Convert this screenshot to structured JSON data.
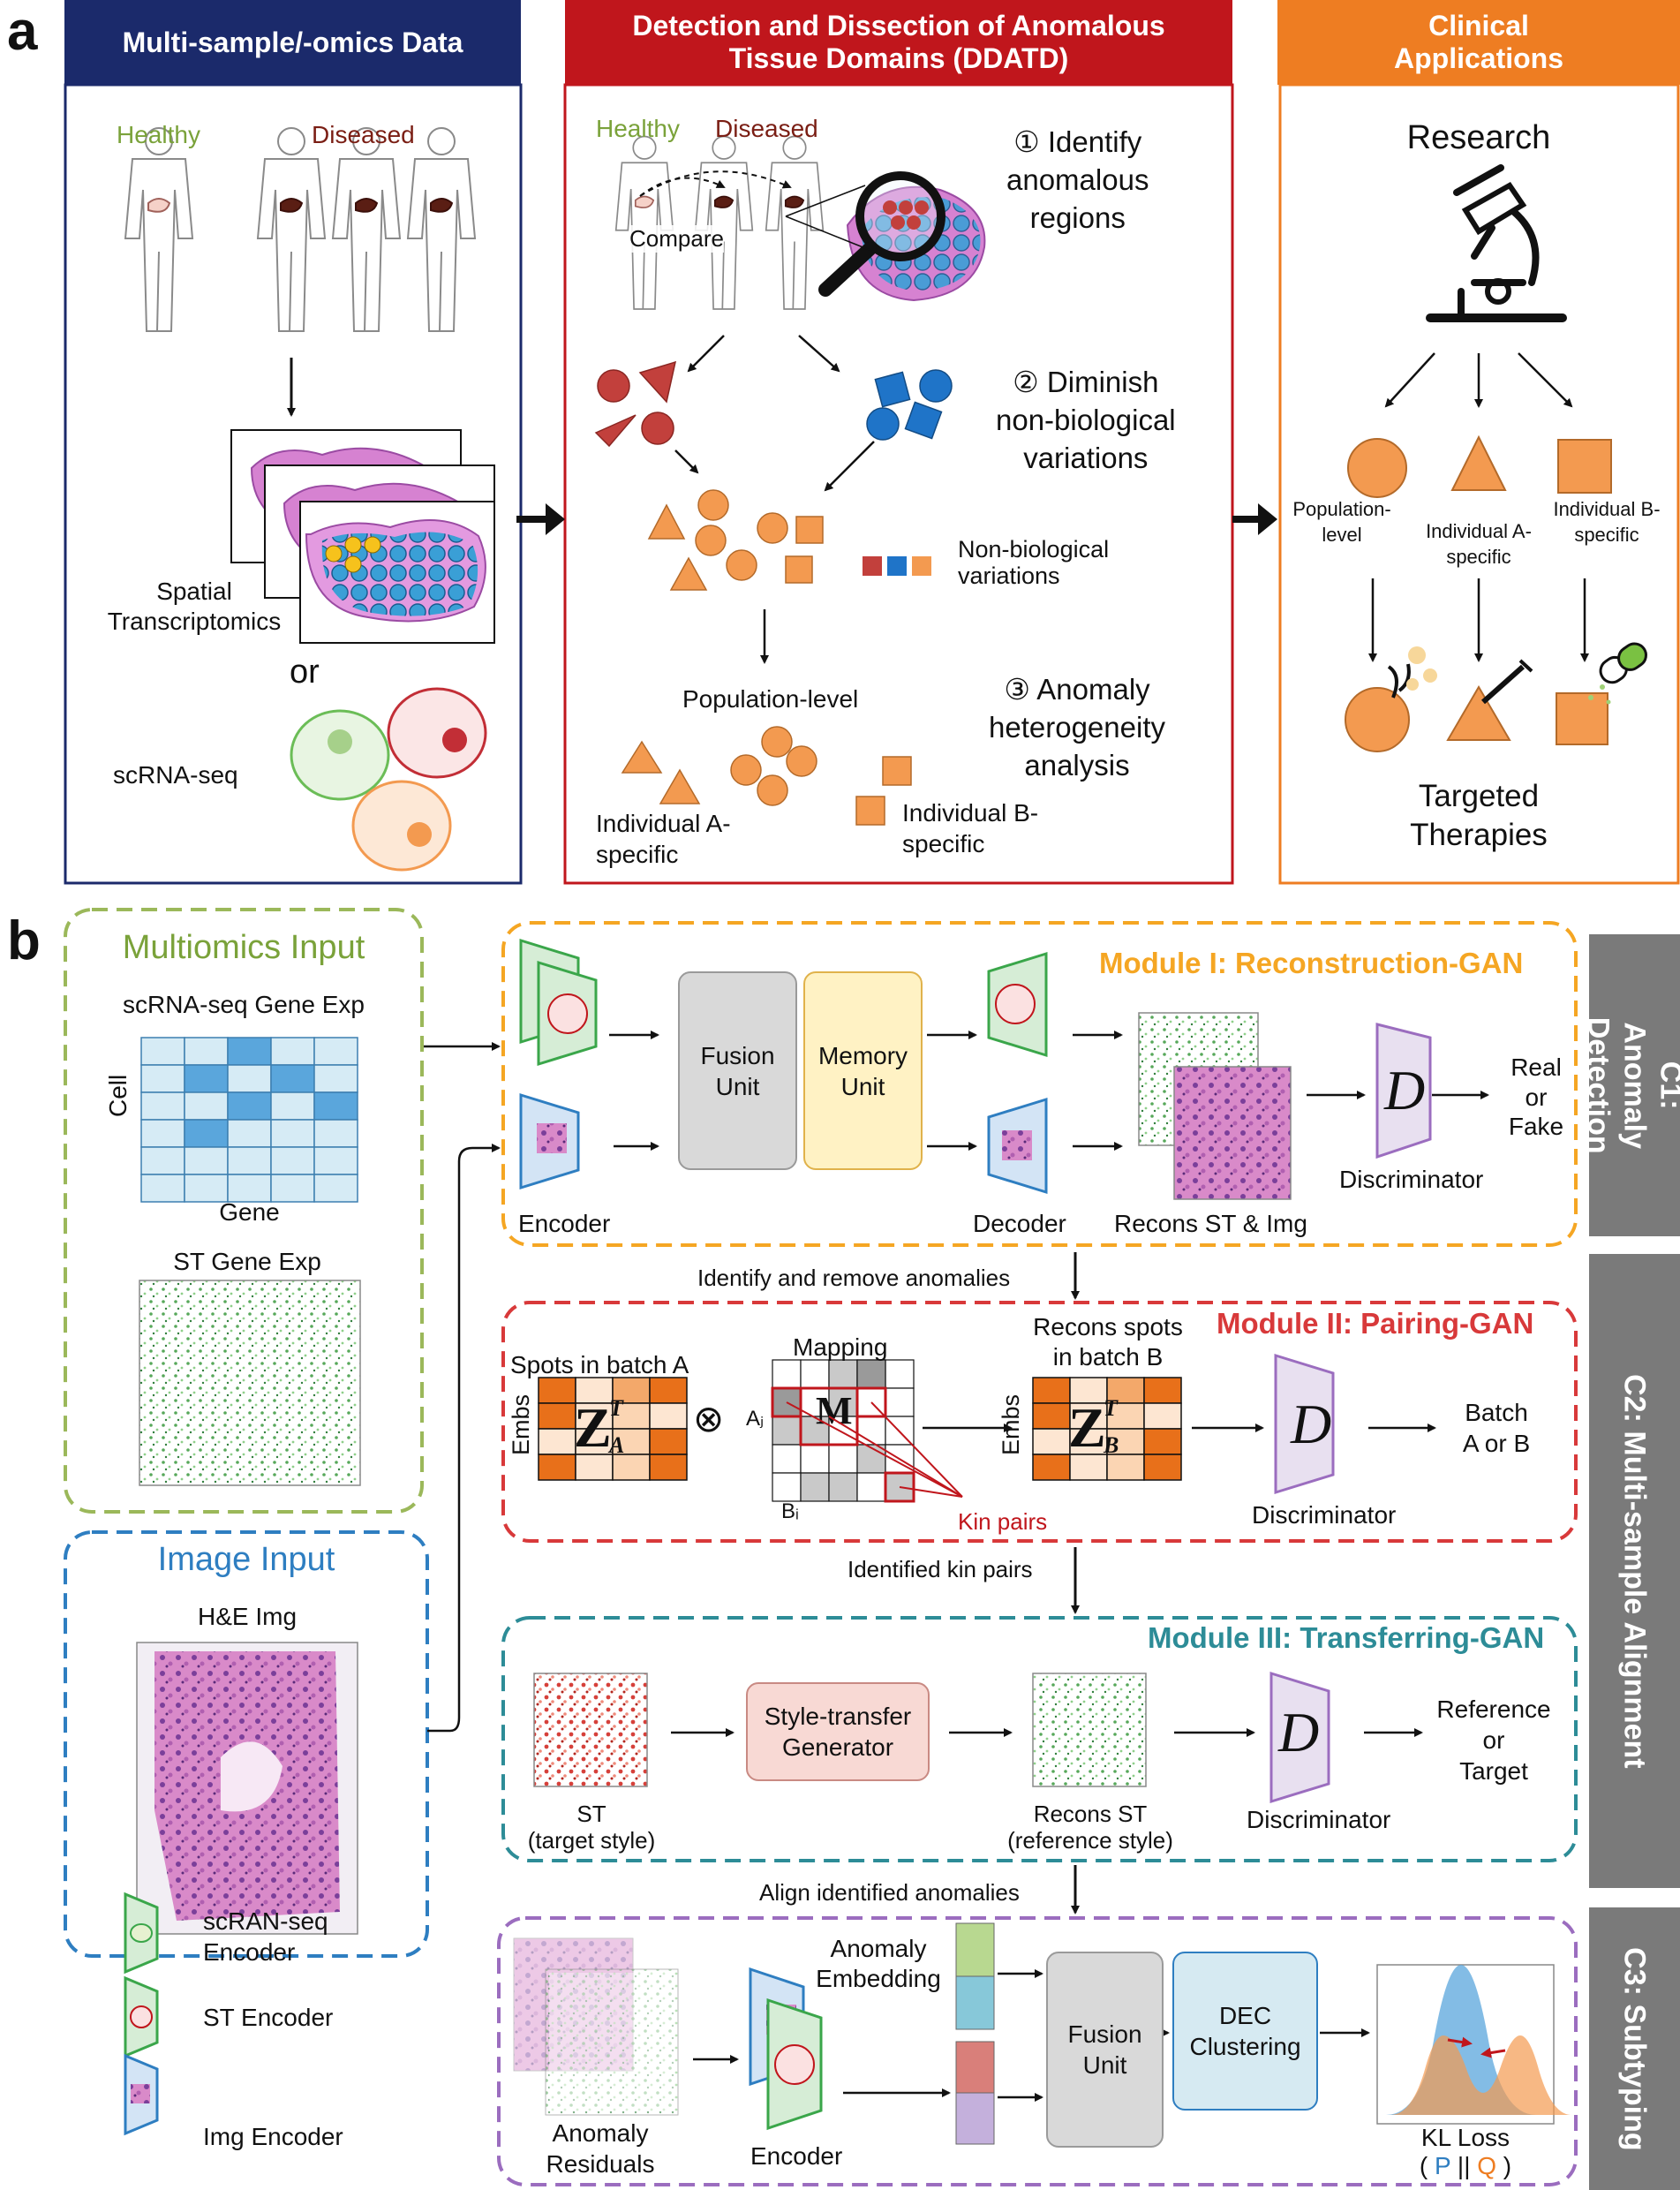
{
  "labels": {
    "a": "a",
    "b": "b"
  },
  "panel_a": {
    "col1": {
      "header": "Multi-sample/-omics Data",
      "healthy": "Healthy",
      "diseased": "Diseased",
      "spatial": "Spatial\nTranscriptomics",
      "or": "or",
      "scrna": "scRNA-seq"
    },
    "col2": {
      "header": "Detection and Dissection of Anomalous\nTissue Domains (DDATD)",
      "healthy": "Healthy",
      "diseased": "Diseased",
      "compare": "Compare",
      "step1": "① Identify\nanomalous\nregions",
      "step2": "② Diminish\nnon-biological\nvariations",
      "nonbio": "Non-biological\nvariations",
      "step3": "③ Anomaly\nheterogeneity\nanalysis",
      "population": "Population-level",
      "indA": "Individual A-\nspecific",
      "indB": "Individual B-\nspecific"
    },
    "col3": {
      "header": "Clinical\nApplications",
      "research": "Research",
      "population": "Population-\nlevel",
      "indA": "Individual A-\nspecific",
      "indB": "Individual B-\nspecific",
      "therapies": "Targeted\nTherapies"
    }
  },
  "panel_b": {
    "multiomics": {
      "title": "Multiomics Input",
      "gene_exp": "scRNA-seq Gene Exp",
      "cell": "Cell",
      "gene": "Gene",
      "st_exp": "ST Gene Exp",
      "grid_filled": [
        [
          0,
          2
        ],
        [
          1,
          1
        ],
        [
          1,
          3
        ],
        [
          2,
          2
        ],
        [
          2,
          4
        ],
        [
          3,
          1
        ]
      ]
    },
    "image_input": {
      "title": "Image Input",
      "he": "H&E Img"
    },
    "legend": {
      "scrna_enc": "scRAN-seq\nEncoder",
      "st_enc": "ST Encoder",
      "img_enc": "Img Encoder"
    },
    "module1": {
      "title": "Module I: Reconstruction-GAN",
      "fusion": "Fusion\nUnit",
      "memory": "Memory\nUnit",
      "encoder": "Encoder",
      "decoder": "Decoder",
      "recons": "Recons ST & Img",
      "D": "D",
      "discriminator": "Discriminator",
      "output": "Real\nor\nFake"
    },
    "flow1": "Identify and remove anomalies",
    "module2": {
      "title": "Module II: Pairing-GAN",
      "spots_a": "Spots in batch A",
      "mapping": "Mapping",
      "recons_b": "Recons spots\nin batch B",
      "embs": "Embs",
      "aj": "Aⱼ",
      "bi": "Bᵢ",
      "kin": "Kin pairs",
      "D": "D",
      "discriminator": "Discriminator",
      "output": "Batch\nA or B",
      "za": "Z",
      "zb": "Z",
      "m": "M",
      "sup": "T",
      "sub_a": "A",
      "sub_b": "B",
      "otimes": "⊗"
    },
    "flow2": "Identified kin pairs",
    "module3": {
      "title": "Module III: Transferring-GAN",
      "st": "ST\n(target style)",
      "generator": "Style-transfer\nGenerator",
      "recons": "Recons ST\n(reference style)",
      "D": "D",
      "discriminator": "Discriminator",
      "output": "Reference\nor\nTarget"
    },
    "flow3": "Align identified anomalies",
    "module4": {
      "residuals": "Anomaly\nResiduals",
      "encoder": "Encoder",
      "anomaly_emb": "Anomaly\nEmbedding",
      "fusion": "Fusion\nUnit",
      "dec": "DEC\nClustering",
      "kl": "KL Loss",
      "kl_open": "( ",
      "kl_p": "P",
      "kl_sep": " || ",
      "kl_q": "Q",
      "kl_close": " )"
    },
    "side": {
      "c1": "C1: Anomaly\nDetection",
      "c2": "C2: Multi-sample Alignment",
      "c3": "C3: Subtyping"
    }
  },
  "colors": {
    "navy": "#1b2a6b",
    "red": "#c0161c",
    "orange": "#ee7d22",
    "shape_orange": "#f39a50",
    "shape_red": "#c2403c",
    "shape_blue": "#1f74c8",
    "green_dash": "#9bb85a",
    "blue_dash": "#2e7ec1",
    "module1": "#f5a623",
    "module2": "#d8393a",
    "module3": "#2d8c97",
    "module4": "#9b6dbf"
  }
}
